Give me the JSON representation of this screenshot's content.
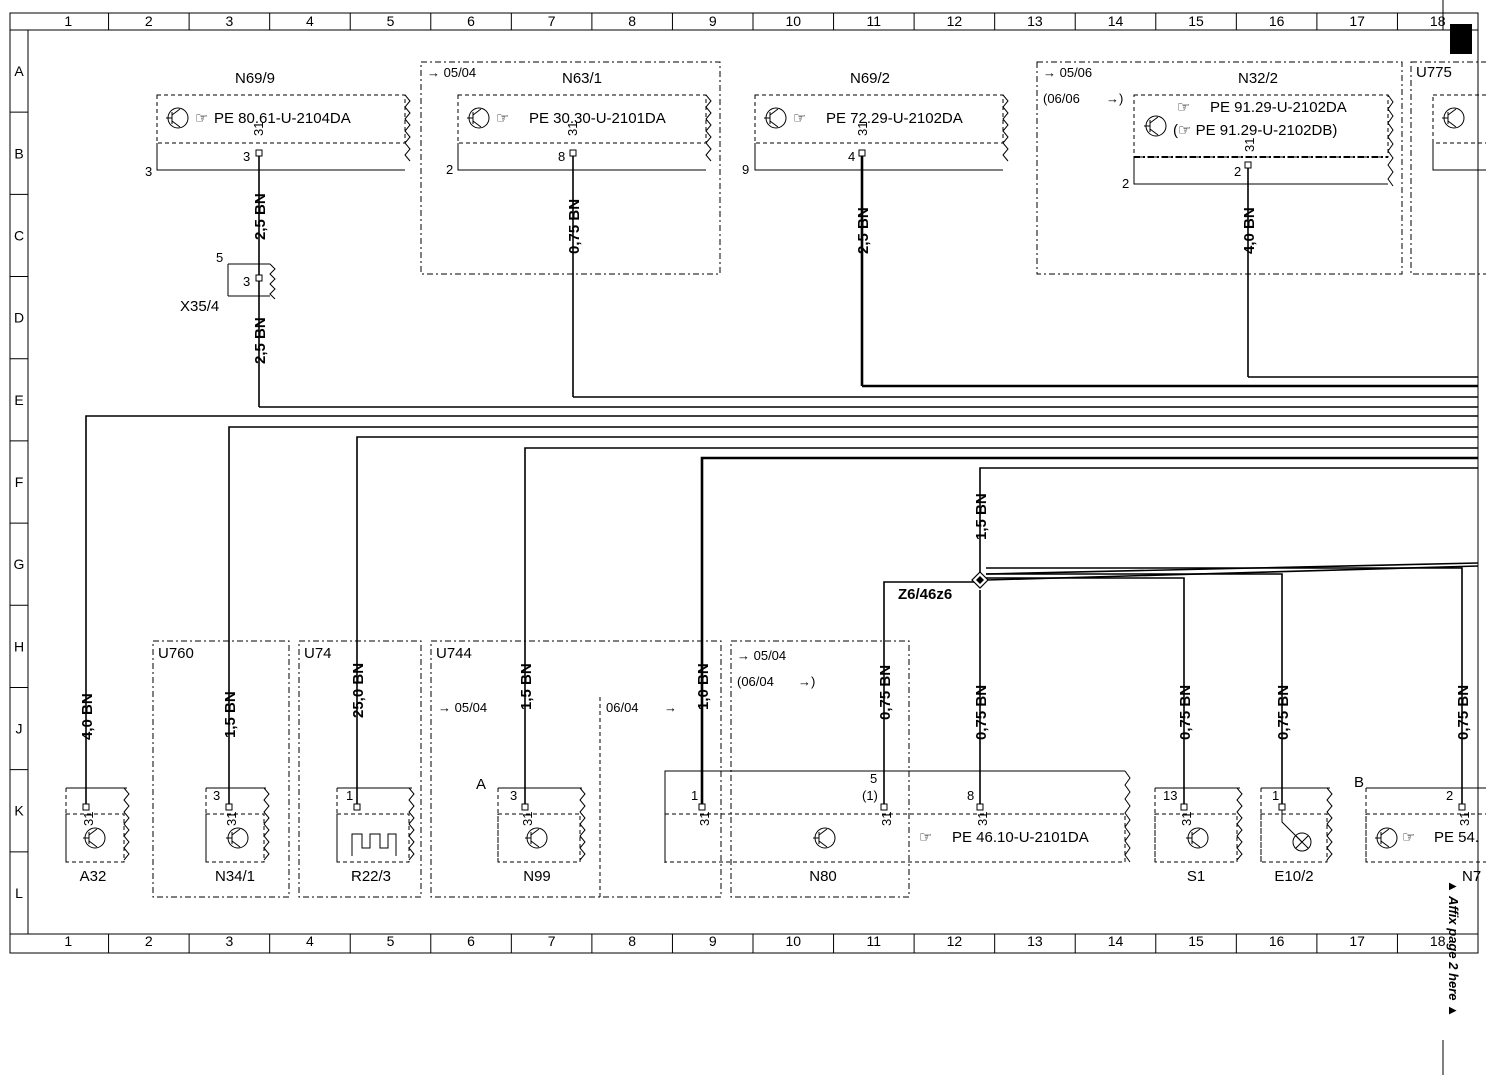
{
  "grid": {
    "columns": [
      "1",
      "2",
      "3",
      "4",
      "5",
      "6",
      "7",
      "8",
      "9",
      "10",
      "11",
      "12",
      "13",
      "14",
      "15",
      "16",
      "17",
      "18"
    ],
    "rows": [
      "A",
      "B",
      "C",
      "D",
      "E",
      "F",
      "G",
      "H",
      "J",
      "K",
      "L"
    ]
  },
  "top_components": [
    {
      "id": "n69_9",
      "label": "N69/9",
      "pe": "PE 80.61-U-2104DA",
      "pin_top": "31",
      "pin": "3",
      "side_pin": "3"
    },
    {
      "id": "n63_1",
      "label": "N63/1",
      "pe": "PE 30.30-U-2101DA",
      "pin_top": "31",
      "pin": "8",
      "side_pin": "2",
      "range": "→ 05/04"
    },
    {
      "id": "n69_2",
      "label": "N69/2",
      "pe": "PE 72.29-U-2102DA",
      "pin_top": "31",
      "pin": "4",
      "side_pin": "9"
    },
    {
      "id": "n32_2",
      "label": "N32/2",
      "pe": "PE 91.29-U-2102DA",
      "pe2": "(☞ PE 91.29-U-2102DB)",
      "pin_top": "31",
      "pin": "2",
      "side_pin": "2",
      "range": "→ 05/06",
      "range2": "(06/06",
      "range2_arrow": "→)"
    },
    {
      "id": "u775",
      "label": "U775"
    }
  ],
  "connector_x35": {
    "label": "X35/4",
    "pin_a": "5",
    "pin_b": "3"
  },
  "wires_top": [
    {
      "id": "w-n69-9-a",
      "label": "2,5 BN"
    },
    {
      "id": "w-n69-9-b",
      "label": "2,5 BN"
    },
    {
      "id": "w-n63-1",
      "label": "0,75 BN"
    },
    {
      "id": "w-n69-2",
      "label": "2,5 BN"
    },
    {
      "id": "w-n32-2",
      "label": "4,0 BN"
    }
  ],
  "splice": {
    "label": "Z6/46z6",
    "feed_wire": "1,5 BN"
  },
  "bottom_boxes": {
    "u760": "U760",
    "u74": "U74",
    "u744": "U744",
    "u744_range": "→ 05/04",
    "u744_range2": "06/04",
    "n80_range": "→ 05/04",
    "n80_range2": "(06/04",
    "n80_range2_arrow": "→)"
  },
  "bottom_components": [
    {
      "id": "a32",
      "label": "A32",
      "pin": "31",
      "wire": "4,0 BN"
    },
    {
      "id": "n34_1",
      "label": "N34/1",
      "pin": "3",
      "pin_b": "31",
      "wire": "1,5 BN"
    },
    {
      "id": "r22_3",
      "label": "R22/3",
      "pin": "1",
      "wire": "25,0 BN"
    },
    {
      "id": "n99",
      "label": "N99",
      "pin": "3",
      "pin_b": "31",
      "wire": "1,5 BN",
      "marker": "A"
    },
    {
      "id": "n80_left",
      "label": "",
      "pin": "1",
      "pin_b": "31",
      "wire": "1,0 BN"
    },
    {
      "id": "n80",
      "label": "N80",
      "pin": "5",
      "pin_alt": "(1)",
      "pin_b": "31",
      "wire": "0,75 BN"
    },
    {
      "id": "n80_pin8",
      "label": "",
      "pin": "8",
      "pin_b": "31",
      "wire": "0,75 BN",
      "pe": "PE 46.10-U-2101DA"
    },
    {
      "id": "s1",
      "label": "S1",
      "pin": "13",
      "pin_b": "31",
      "wire": "0,75 BN"
    },
    {
      "id": "e10_2",
      "label": "E10/2",
      "pin": "1",
      "wire": "0,75 BN"
    },
    {
      "id": "n7x",
      "label": "N7",
      "pin": "2",
      "pin_b": "31",
      "wire": "0,75 BN",
      "pe": "PE 54.",
      "marker": "B"
    }
  ],
  "margin_note": "▲ Affix page 2 here ▲",
  "corner_tag": "18"
}
